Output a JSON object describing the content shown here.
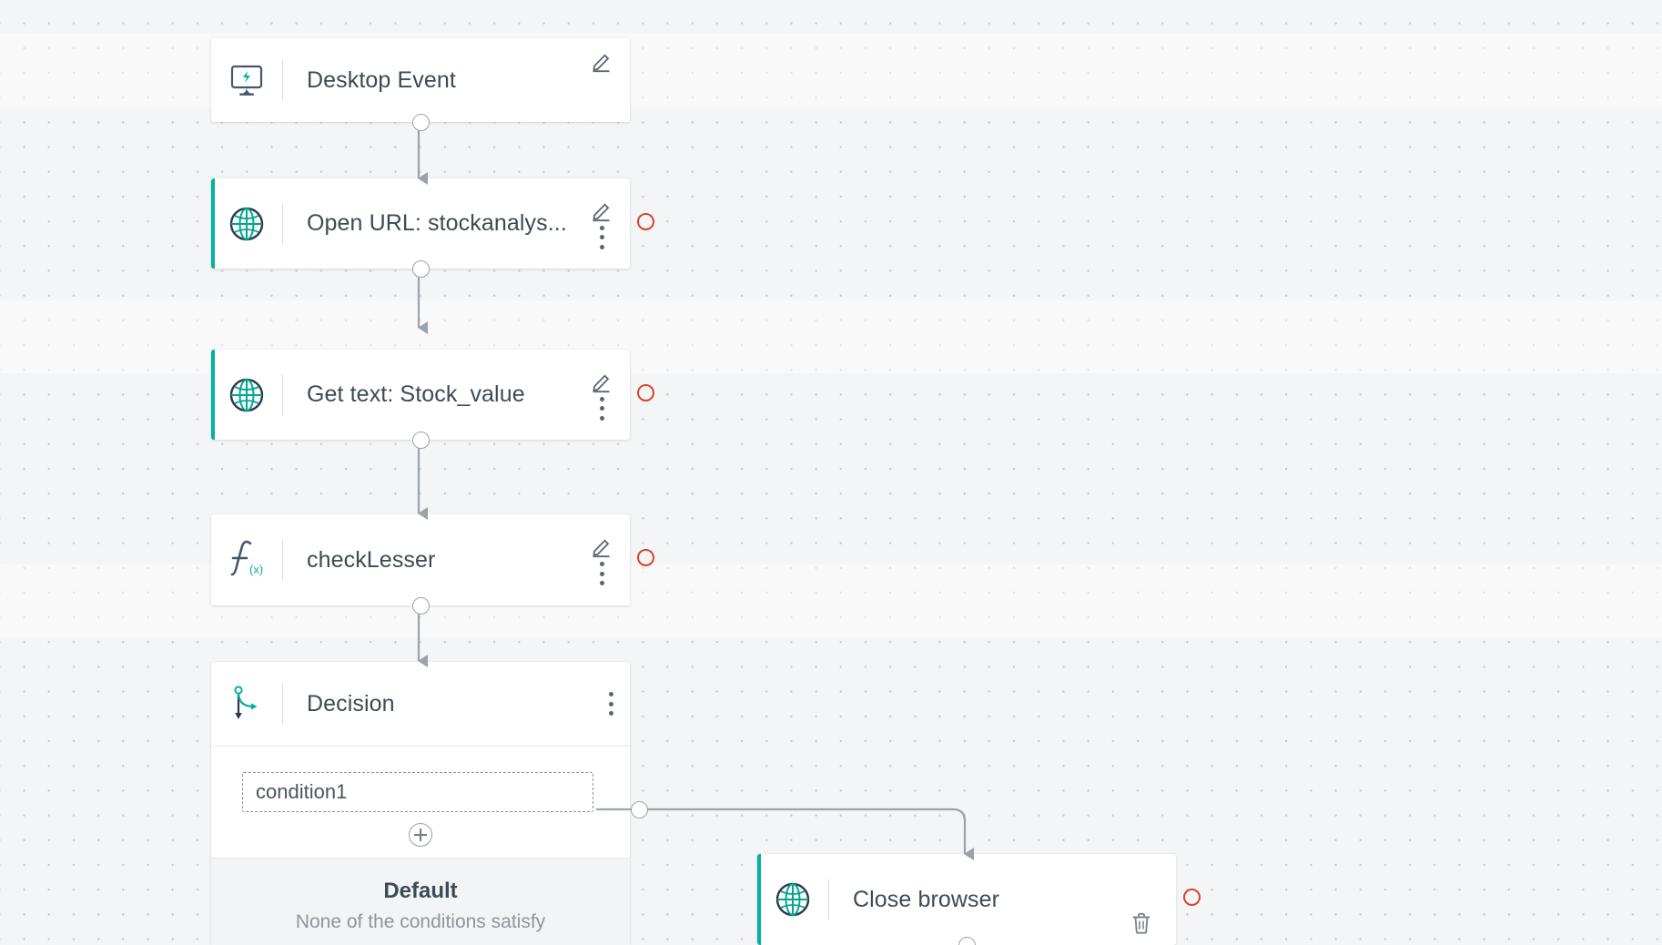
{
  "canvas": {
    "background_color": "#f4f5f6",
    "dot_color": "#c9ccd0"
  },
  "theme": {
    "accent_teal": "#00b2a0",
    "port_orange": "#d4472a",
    "port_gray": "#9aa2aa",
    "text_dark": "#3d4a57",
    "text_muted": "#8d959d"
  },
  "nodes": [
    {
      "id": "desktop-event",
      "title": "Desktop Event",
      "icon": "monitor-event-icon",
      "has_stripe": false,
      "actions": [
        "pencil-icon"
      ],
      "has_orange_port": false
    },
    {
      "id": "open-url",
      "title": "Open URL: stockanalys...",
      "icon": "globe-icon",
      "has_stripe": true,
      "actions": [
        "pencil-icon",
        "dots-icon"
      ],
      "has_orange_port": true
    },
    {
      "id": "get-text",
      "title": "Get text: Stock_value",
      "icon": "globe-icon",
      "has_stripe": true,
      "actions": [
        "pencil-icon",
        "dots-icon"
      ],
      "has_orange_port": true
    },
    {
      "id": "check-lesser",
      "title": "checkLesser",
      "icon": "function-fx-icon",
      "has_stripe": false,
      "actions": [
        "pencil-icon",
        "dots-icon"
      ],
      "has_orange_port": true
    },
    {
      "id": "decision",
      "title": "Decision",
      "icon": "decision-branch-icon",
      "has_stripe": false,
      "actions": [
        "dots-icon"
      ],
      "has_orange_port": false
    },
    {
      "id": "close-browser",
      "title": "Close browser",
      "icon": "globe-icon",
      "has_stripe": true,
      "actions": [
        "trash-icon"
      ],
      "has_orange_port": true
    }
  ],
  "decision": {
    "title": "Decision",
    "condition_label": "condition1",
    "add_condition_label": "+",
    "default_title": "Default",
    "default_subtitle": "None of the conditions satisfy"
  }
}
